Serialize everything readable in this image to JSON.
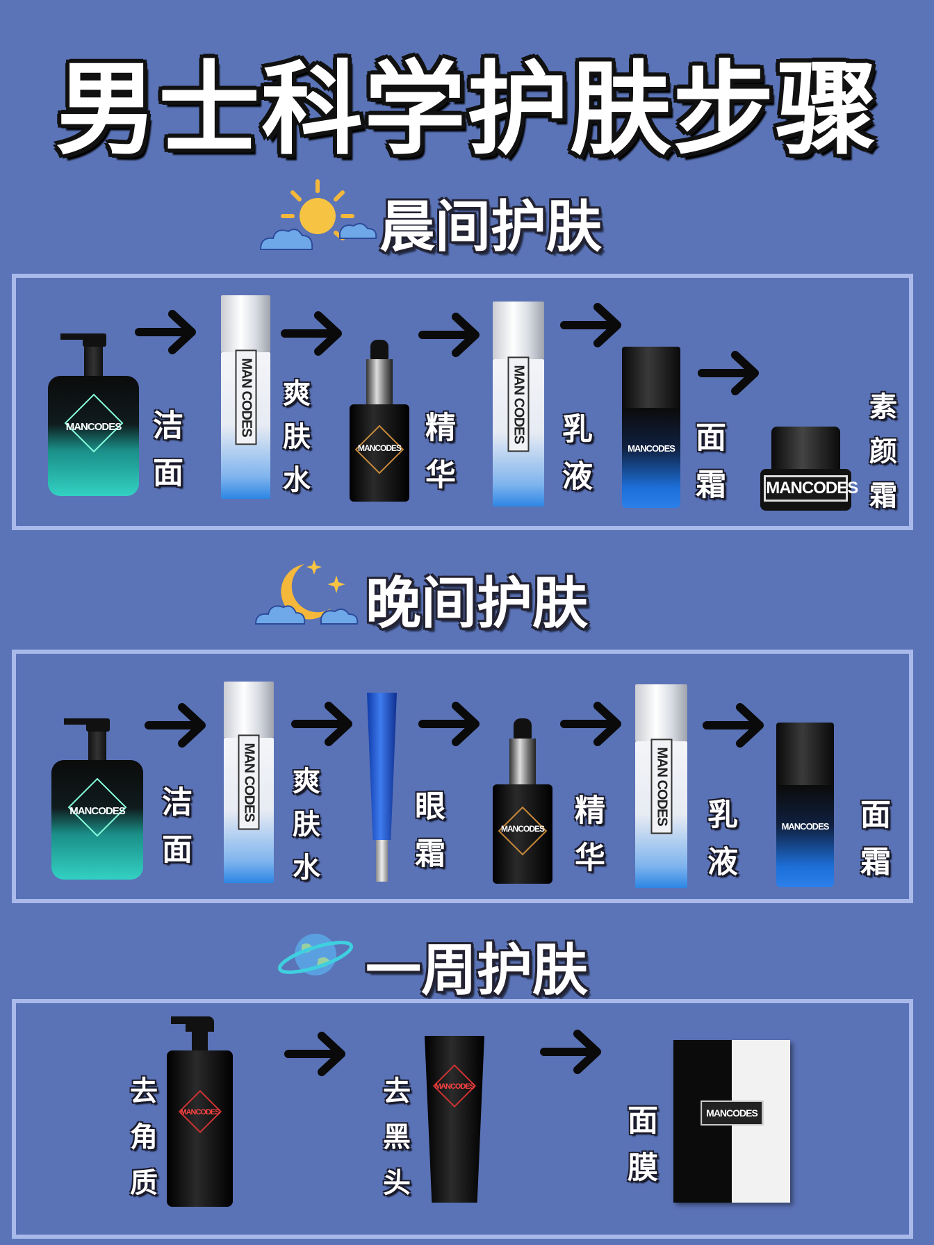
{
  "title": "男士科学护肤步骤",
  "brand": "MANCODES",
  "toner_brand": "MAN CODES",
  "colors": {
    "background": "#5b74b8",
    "box_border": "#a9b9ea"
  },
  "sections": {
    "morning": {
      "heading": "晨间护肤",
      "icon": "sun-cloud-icon",
      "steps": [
        {
          "label": "洁面",
          "product": "cleanser"
        },
        {
          "label": "爽肤水",
          "product": "toner"
        },
        {
          "label": "精华",
          "product": "serum"
        },
        {
          "label": "乳液",
          "product": "lotion"
        },
        {
          "label": "面霜",
          "product": "face-cream"
        },
        {
          "label": "素颜霜",
          "product": "tone-up-cream-jar"
        }
      ]
    },
    "night": {
      "heading": "晚间护肤",
      "icon": "moon-star-icon",
      "steps": [
        {
          "label": "洁面",
          "product": "cleanser"
        },
        {
          "label": "爽肤水",
          "product": "toner"
        },
        {
          "label": "眼霜",
          "product": "eye-cream"
        },
        {
          "label": "精华",
          "product": "serum"
        },
        {
          "label": "乳液",
          "product": "lotion"
        },
        {
          "label": "面霜",
          "product": "face-cream"
        }
      ]
    },
    "weekly": {
      "heading": "一周护肤",
      "icon": "planet-icon",
      "steps": [
        {
          "label": "去角质",
          "product": "exfoliator"
        },
        {
          "label": "去黑头",
          "product": "blackhead-tube"
        },
        {
          "label": "面膜",
          "product": "mask-box"
        }
      ]
    }
  }
}
